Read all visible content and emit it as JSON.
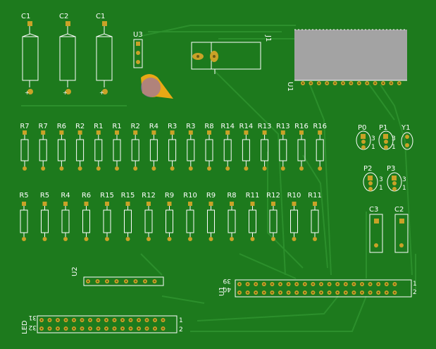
{
  "colors": {
    "board": "#1d7a1d",
    "trace": "#2c8f2c",
    "silk": "#ffffff",
    "pad": "#c9a227",
    "pad_hole": "#6b5a14",
    "header_body": "#a3a3a3"
  },
  "top_caps": [
    "C1",
    "C2",
    "C1"
  ],
  "u3_label": "U3",
  "j1_label": "J1",
  "u1_top_label": "U1",
  "resistors_row1": [
    "R7",
    "R7",
    "R6",
    "R2",
    "R1",
    "R1",
    "R2",
    "R4",
    "R3",
    "R3",
    "R8",
    "R14",
    "R14",
    "R13",
    "R13",
    "R16",
    "R16"
  ],
  "resistors_row2": [
    "R5",
    "R5",
    "R4",
    "R6",
    "R15",
    "R15",
    "R12",
    "R9",
    "R10",
    "R9",
    "R8",
    "R11",
    "R12",
    "R10",
    "R11"
  ],
  "pots": [
    {
      "label": "P0",
      "pin_top": "3",
      "pin_bot": "1"
    },
    {
      "label": "P1",
      "pin_top": "3",
      "pin_bot": "1"
    },
    {
      "label": "P2",
      "pin_top": "3",
      "pin_bot": "1"
    },
    {
      "label": "P3",
      "pin_top": "3",
      "pin_bot": "1"
    }
  ],
  "y1_label": "Y1",
  "right_caps": [
    "C3",
    "C2"
  ],
  "u2_label": "U2",
  "u1_header": {
    "label": "U1",
    "left_top": "39",
    "left_bot": "40",
    "right_top": "1",
    "right_bot": "2"
  },
  "led_header": {
    "label": "LED",
    "left_top": "31",
    "left_bot": "32",
    "right_top": "1",
    "right_bot": "2"
  }
}
